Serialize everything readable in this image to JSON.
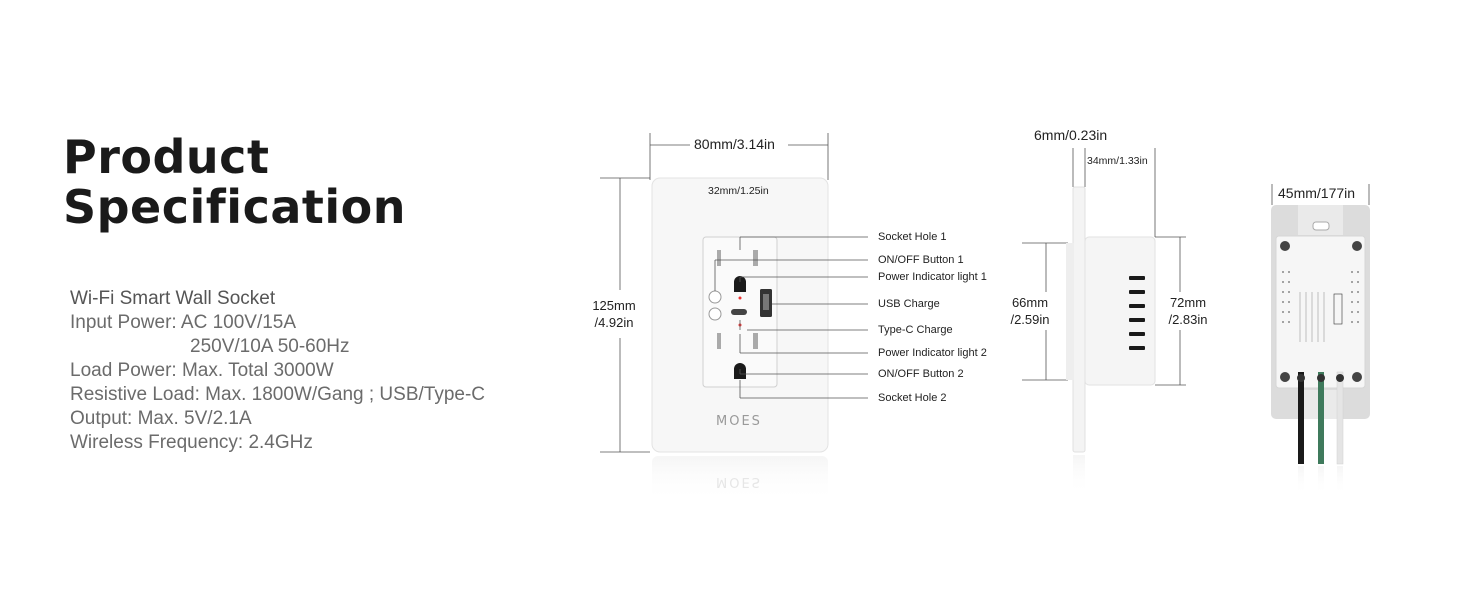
{
  "title": {
    "line1": "Product",
    "line2": "Specification"
  },
  "specs": {
    "heading": "Wi-Fi Smart Wall Socket",
    "input_power": "Input Power: AC 100V/15A",
    "input_power_2": "250V/10A 50-60Hz",
    "load_power": "Load Power: Max. Total 3000W",
    "resistive_load": "Resistive Load: Max. 1800W/Gang ; USB/Type-C",
    "output": "Output: Max. 5V/2.1A",
    "wireless": "Wireless Frequency: 2.4GHz"
  },
  "front": {
    "width": "80mm/3.14in",
    "inner_width": "32mm/1.25in",
    "height_mm": "125mm",
    "height_in": "/4.92in",
    "logo": "MOES"
  },
  "callouts": [
    "Socket Hole 1",
    "ON/OFF Button 1",
    "Power Indicator light 1",
    "USB Charge",
    "Type-C Charge",
    "Power Indicator light 2",
    "ON/OFF Button 2",
    "Socket Hole 2"
  ],
  "side": {
    "plate_thickness": "6mm/0.23in",
    "depth": "34mm/1.33in",
    "left_height_mm": "66mm",
    "left_height_in": "/2.59in",
    "right_height_mm": "72mm",
    "right_height_in": "/2.83in"
  },
  "back": {
    "width": "45mm/177in"
  },
  "colors": {
    "line": "#555555",
    "plate": "#f7f7f7",
    "border": "#e3e3e3"
  }
}
